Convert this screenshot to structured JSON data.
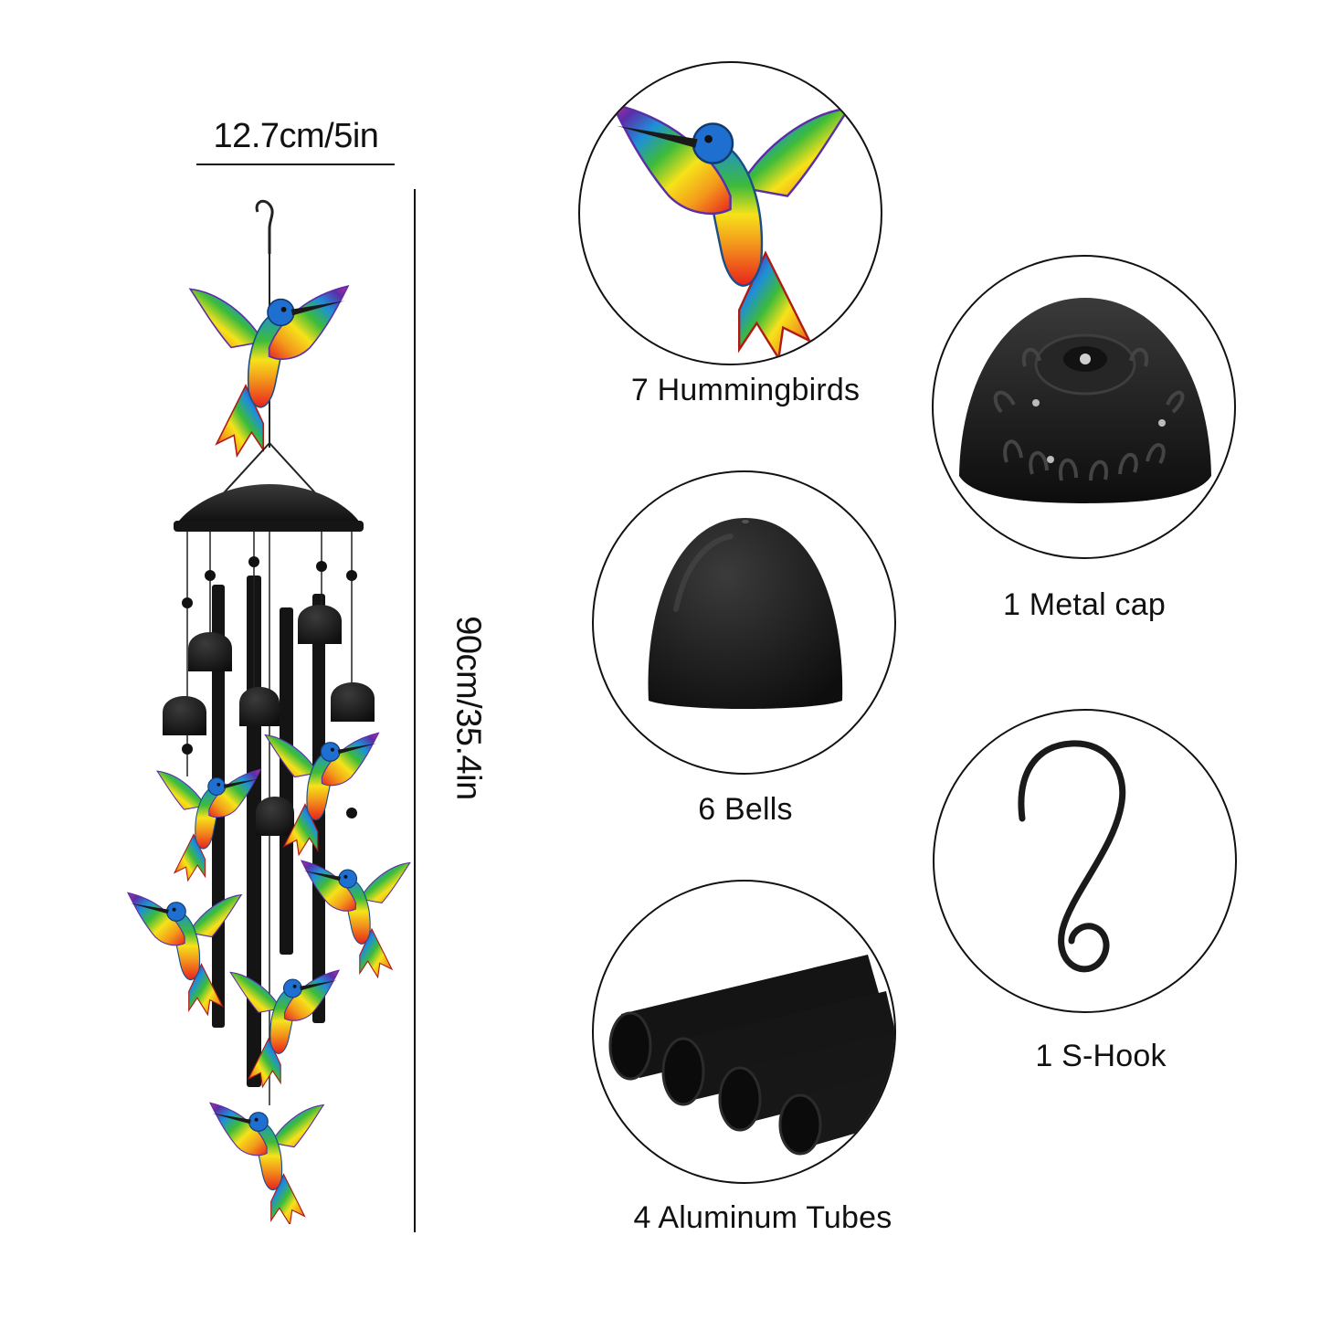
{
  "dimensions": {
    "width_label": "12.7cm/5in",
    "height_label": "90cm/35.4in"
  },
  "components": [
    {
      "label": "7 Hummingbirds",
      "icon": "hummingbird-icon"
    },
    {
      "label": "1 Metal cap",
      "icon": "metal-cap-icon"
    },
    {
      "label": "6 Bells",
      "icon": "bell-icon"
    },
    {
      "label": "1 S-Hook",
      "icon": "s-hook-icon"
    },
    {
      "label": "4 Aluminum Tubes",
      "icon": "aluminum-tubes-icon"
    }
  ],
  "colors": {
    "black": "#111111",
    "metal": "#1c1c1c",
    "rainbow": [
      "#e8231d",
      "#f39a1b",
      "#f6e21a",
      "#3dbb3a",
      "#1e8fd8",
      "#5b2ea8",
      "#c22b9a"
    ]
  }
}
